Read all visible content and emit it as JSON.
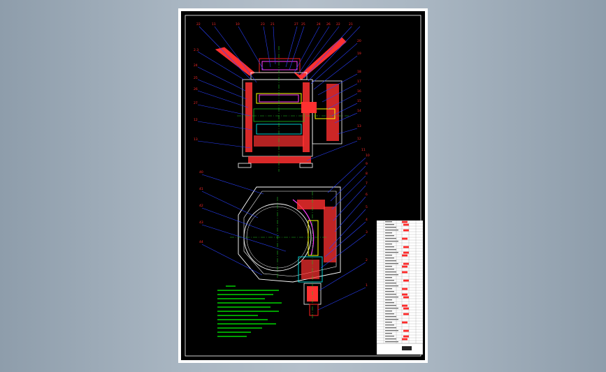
{
  "viewer": {
    "background": "#a9b6c2",
    "sheet_color": "#ffffff",
    "canvas_color": "#000000"
  },
  "drawing": {
    "callouts_top": [
      "22",
      "11",
      "10",
      "23",
      "21",
      "27",
      "25",
      "24",
      "26",
      "22",
      "21",
      "20",
      "19",
      "18",
      "17",
      "16",
      "15",
      "14",
      "13",
      "12",
      "11"
    ],
    "callouts_left_top": [
      "2.3",
      "24",
      "25",
      "26",
      "27",
      "12",
      "13"
    ],
    "callouts_left_bottom": [
      "40",
      "41",
      "42",
      "43",
      "44"
    ],
    "callouts_right_bottom": [
      "10",
      "9",
      "8",
      "7",
      "6",
      "5",
      "4",
      "3",
      "2",
      "1"
    ],
    "colors": {
      "outline": "#ffffff",
      "section": "#ff2020",
      "hatch": "#ff3c3c",
      "centerline": "#20c020",
      "leader": "#2a40ff",
      "callout": "#ff2a2a",
      "magenta": "#ff3cff",
      "yellow": "#ffff00",
      "notes": "#00ff00",
      "cyan": "#00ffff",
      "orange": "#ff8040"
    }
  }
}
